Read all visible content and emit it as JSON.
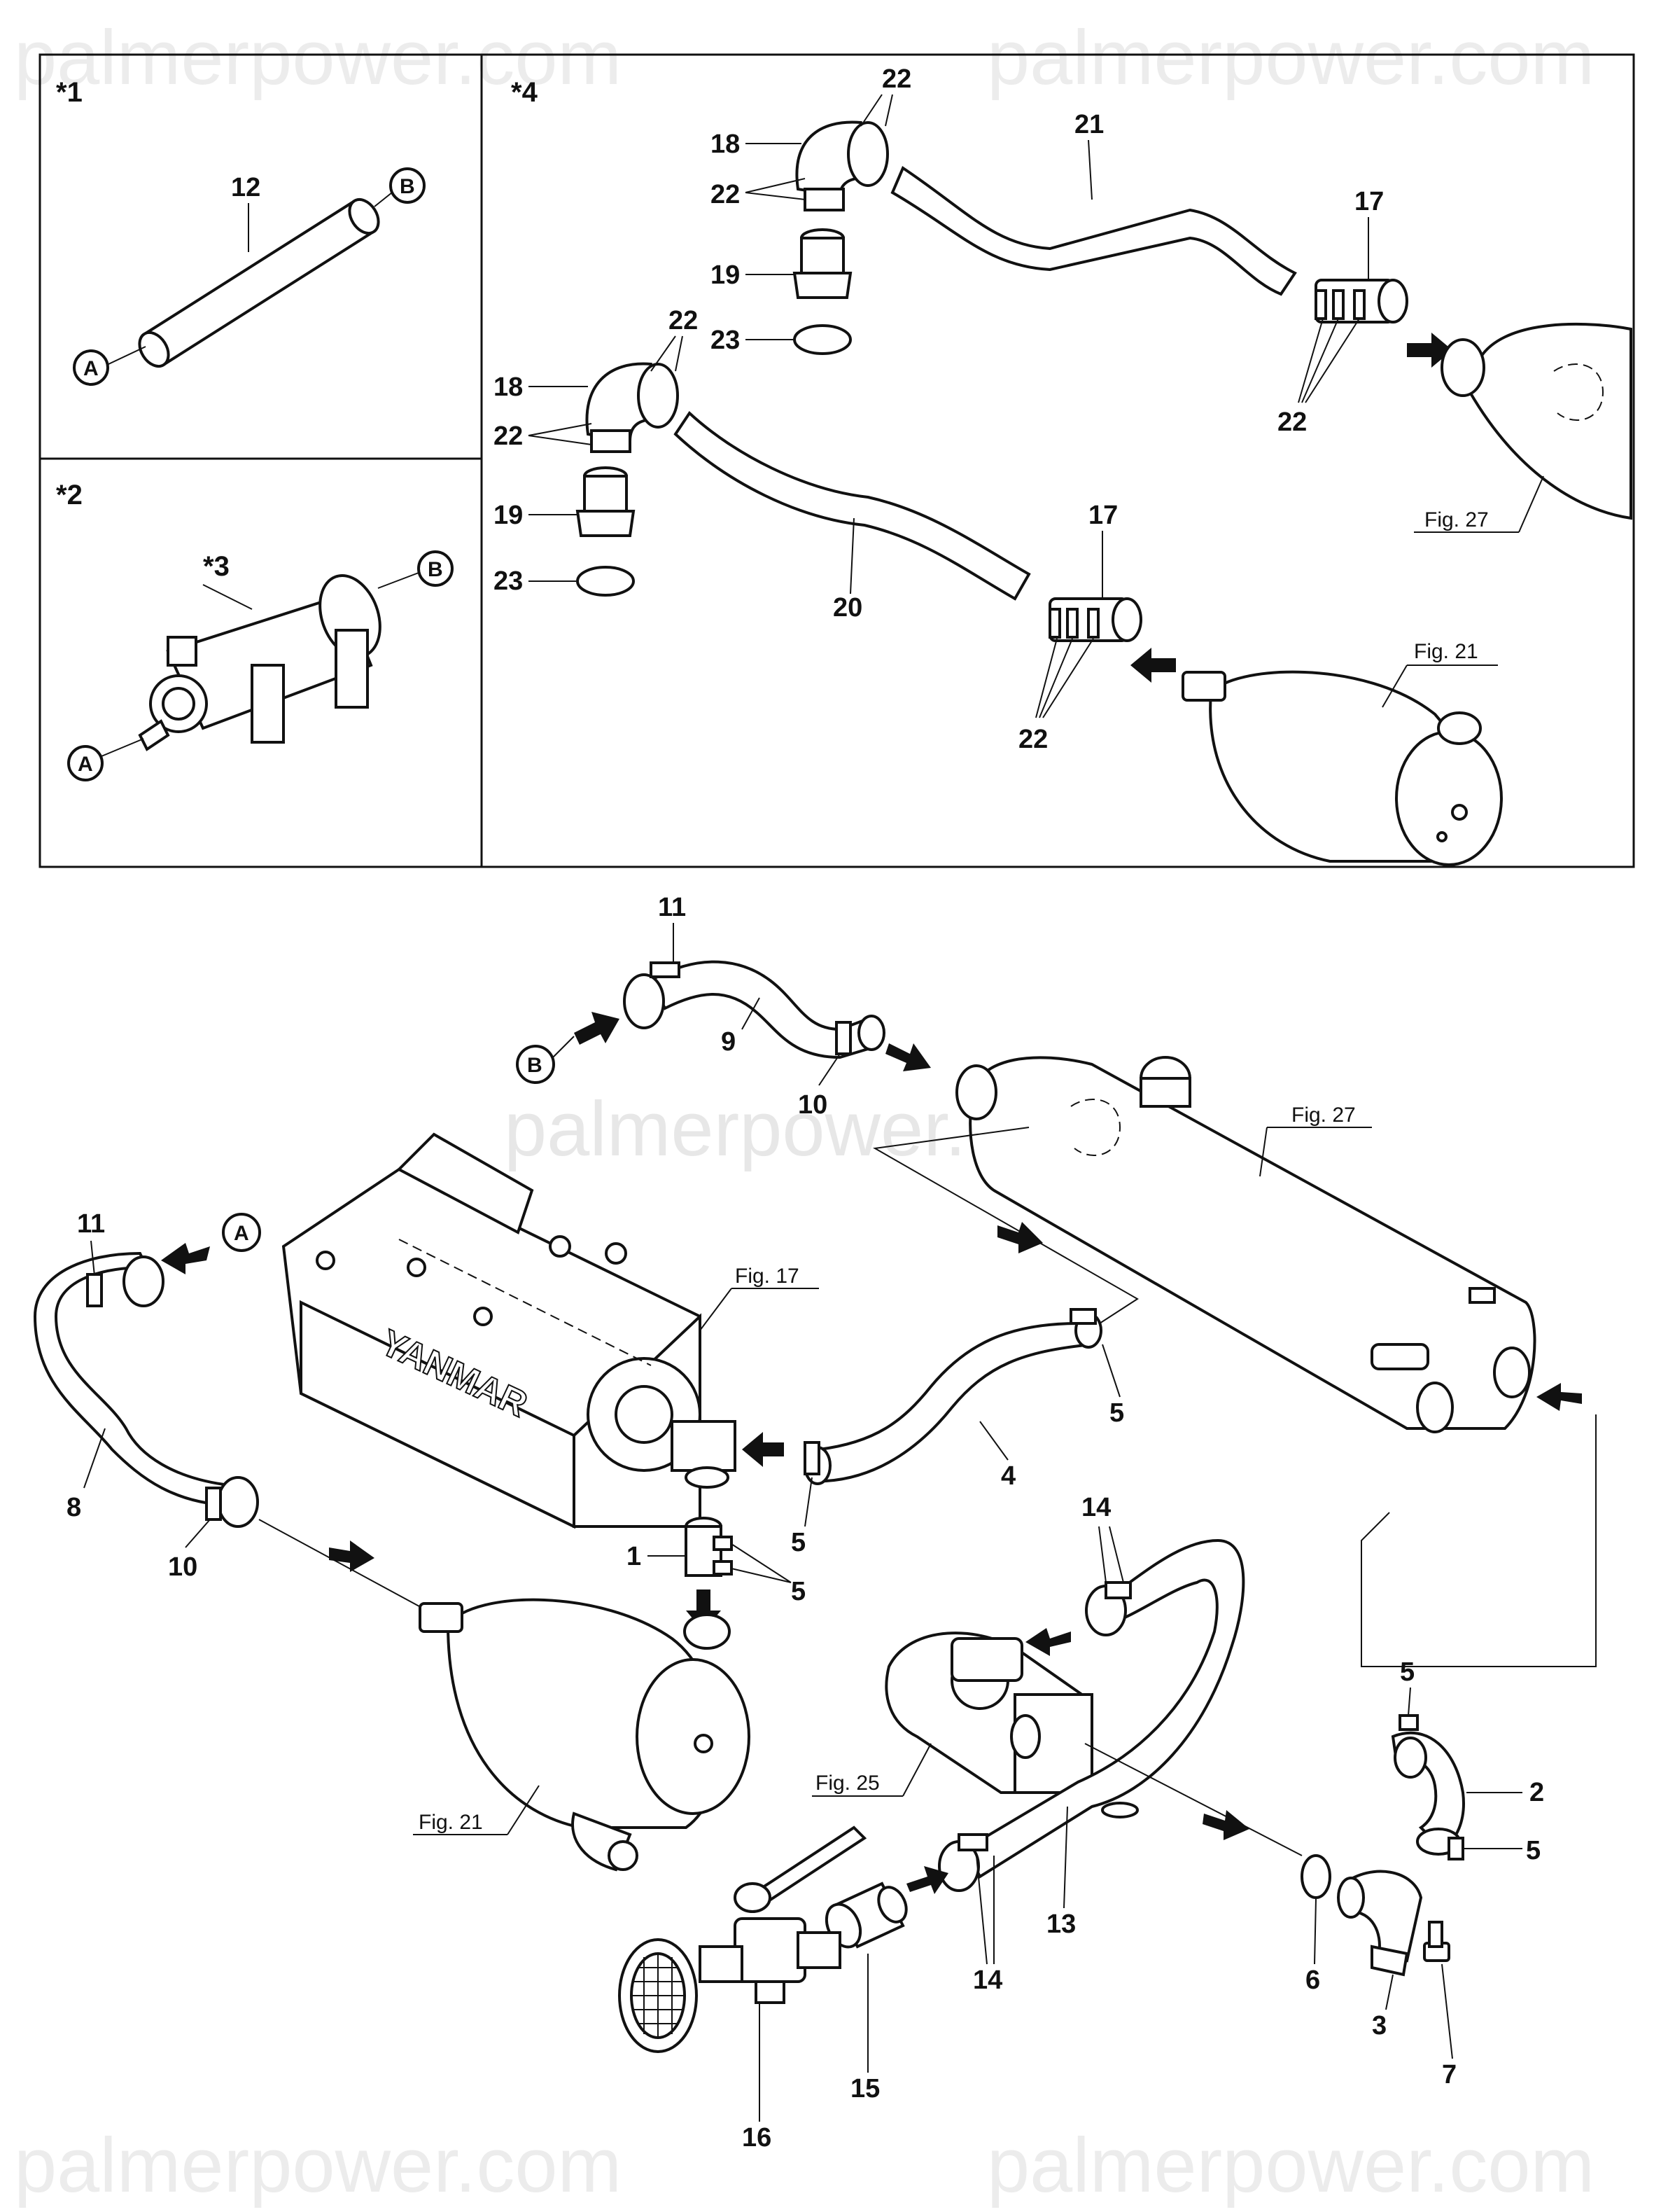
{
  "watermark": "palmerpower.com",
  "insets": {
    "inset1": {
      "label": "*1",
      "parts": [
        "12"
      ],
      "circles": [
        "A",
        "B"
      ]
    },
    "inset2": {
      "label": "*2",
      "parts": [
        "*3"
      ],
      "circles": [
        "A",
        "B"
      ]
    },
    "inset4": {
      "label": "*4",
      "parts_upper": [
        "22",
        "18",
        "22",
        "19",
        "23",
        "21",
        "17",
        "22"
      ],
      "parts_lower": [
        "22",
        "18",
        "22",
        "19",
        "23",
        "20",
        "17",
        "22"
      ],
      "fig_refs": [
        "Fig. 27",
        "Fig. 21"
      ]
    }
  },
  "main": {
    "brand_text": "YANMAR",
    "part_labels": [
      "11",
      "9",
      "10",
      "11",
      "8",
      "10",
      "1",
      "5",
      "5",
      "4",
      "5",
      "14",
      "2",
      "5",
      "5",
      "13",
      "14",
      "6",
      "3",
      "7",
      "15",
      "16"
    ],
    "circles": [
      "B",
      "A"
    ],
    "fig_refs": [
      "Fig. 27",
      "Fig. 17",
      "Fig. 21",
      "Fig. 25"
    ]
  },
  "colors": {
    "ink": "#111111",
    "paper": "#ffffff"
  }
}
